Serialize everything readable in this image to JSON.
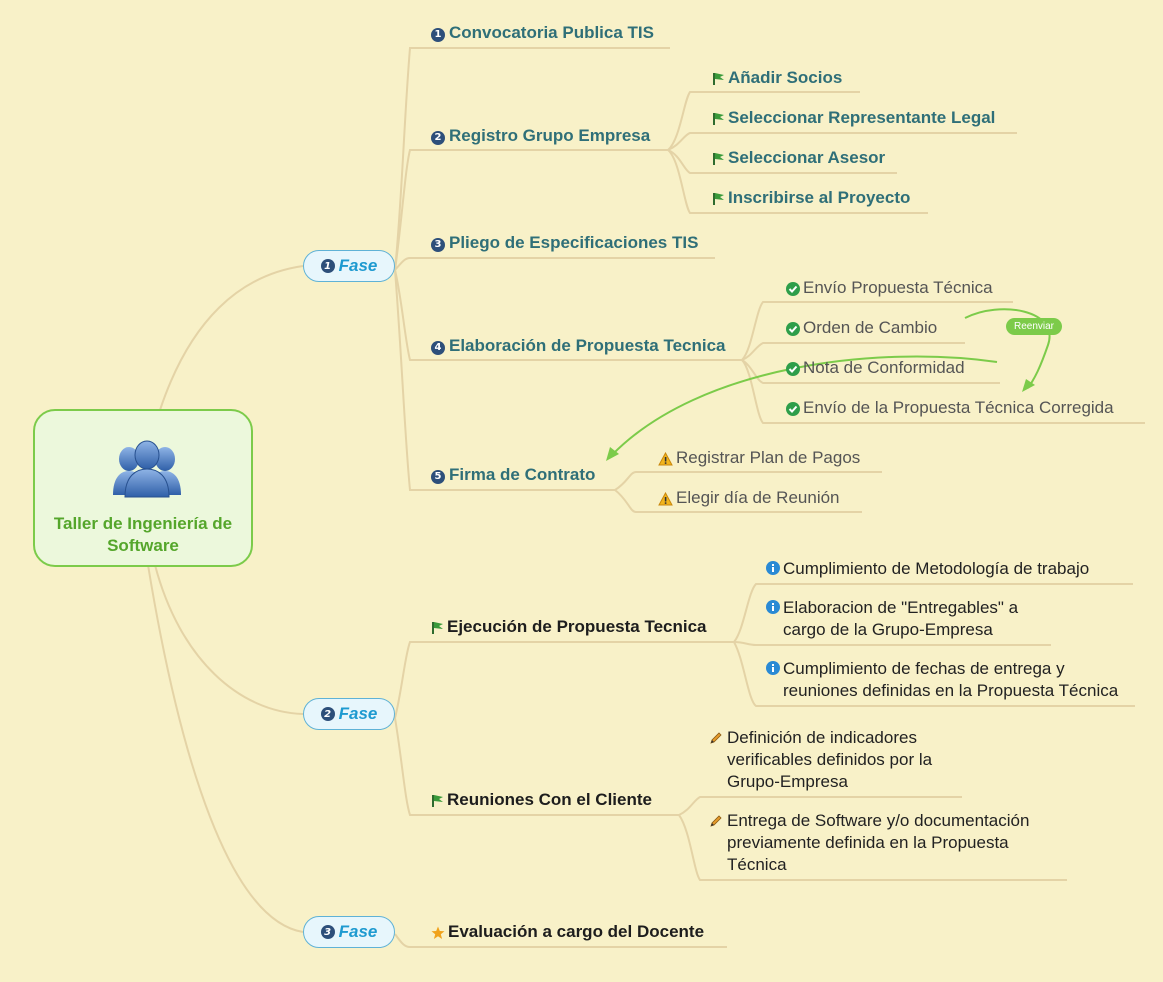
{
  "root": {
    "title": "Taller de Ingeniería de Software",
    "icon": "user-group-icon"
  },
  "phases": [
    {
      "number": "1",
      "label": "Fase"
    },
    {
      "number": "2",
      "label": "Fase"
    },
    {
      "number": "3",
      "label": "Fase"
    }
  ],
  "fase1": {
    "items": [
      {
        "number": "1",
        "label": "Convocatoria Publica TIS"
      },
      {
        "number": "2",
        "label": "Registro Grupo Empresa"
      },
      {
        "number": "3",
        "label": "Pliego de Especificaciones TIS"
      },
      {
        "number": "4",
        "label": "Elaboración de Propuesta Tecnica"
      },
      {
        "number": "5",
        "label": "Firma de Contrato"
      }
    ],
    "registro_children": [
      "Añadir Socios",
      "Seleccionar Representante Legal",
      "Seleccionar Asesor",
      "Inscribirse al Proyecto"
    ],
    "propuesta_children": [
      "Envío Propuesta Técnica",
      "Orden de Cambio",
      "Nota de Conformidad",
      "Envío de la Propuesta Técnica Corregida"
    ],
    "contrato_children": [
      "Registrar Plan de Pagos",
      "Elegir día de Reunión"
    ],
    "relationship_label": "Reenviar"
  },
  "fase2": {
    "items": [
      "Ejecución de Propuesta Tecnica",
      "Reuniones Con el Cliente"
    ],
    "ejecucion_children": [
      "Cumplimiento de Metodología de trabajo",
      "Elaboracion de \"Entregables\" a cargo de la Grupo-Empresa",
      "Cumplimiento de fechas de entrega y reuniones definidas en la Propuesta Técnica"
    ],
    "reuniones_children": [
      "Definición de indicadores verificables definidos por la Grupo-Empresa",
      "Entrega de Software y/o documentación previamente definida en la Propuesta Técnica"
    ]
  },
  "fase3": {
    "items": [
      "Evaluación a cargo del Docente"
    ]
  },
  "colors": {
    "background": "#f8f1c8",
    "branch": "#e4d3a6",
    "root_border": "#7ccb4a",
    "phase_text": "#1e9ad0",
    "relationship": "#7ccb4a"
  }
}
